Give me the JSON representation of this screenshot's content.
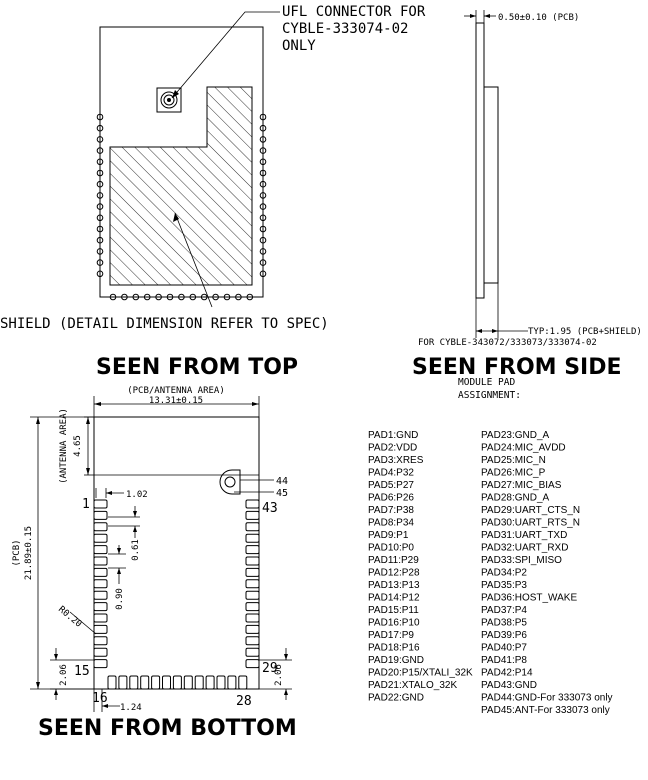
{
  "top_view": {
    "ufl_note": [
      "UFL CONNECTOR FOR",
      "CYBLE-333074-02",
      "ONLY"
    ],
    "shield_note": "SHIELD (DETAIL DIMENSION REFER TO SPEC)",
    "caption": "SEEN FROM TOP"
  },
  "side_view": {
    "pcb_thickness": "0.50±0.10 (PCB)",
    "total_thickness": "TYP:1.95 (PCB+SHIELD)",
    "applies_to": "FOR CYBLE-343072/333073/333074-02",
    "caption": "SEEN FROM SIDE"
  },
  "bottom_view": {
    "width_label": "(PCB/ANTENNA AREA)",
    "width_value": "13.31±0.15",
    "antenna_label": "(ANTENNA AREA)",
    "antenna_value": "4.65",
    "height_label": "(PCB)",
    "height_value": "21.89±0.15",
    "pad_width": "1.02",
    "pitch": "0.61",
    "pad_length": "0.90",
    "corner_radius": "R0.20",
    "edge_offset_left": "2.06",
    "edge_offset_right": "2.06",
    "bottom_pad_offset": "1.24",
    "pin_labels": {
      "p1": "1",
      "p15": "15",
      "p16": "16",
      "p28": "28",
      "p29": "29",
      "p43": "43",
      "p44": "44",
      "p45": "45"
    },
    "caption": "SEEN FROM BOTTOM"
  },
  "pad_assignment": {
    "title_line1": "MODULE PAD",
    "title_line2": "ASSIGNMENT:",
    "left_column": [
      "PAD1:GND",
      "PAD2:VDD",
      "PAD3:XRES",
      "PAD4:P32",
      "PAD5:P27",
      "PAD6:P26",
      "PAD7:P38",
      "PAD8:P34",
      "PAD9:P1",
      "PAD10:P0",
      "PAD11:P29",
      "PAD12:P28",
      "PAD13:P13",
      "PAD14:P12",
      "PAD15:P11",
      "PAD16:P10",
      "PAD17:P9",
      "PAD18:P16",
      "PAD19:GND",
      "PAD20:P15/XTALI_32K",
      "PAD21:XTALO_32K",
      "PAD22:GND"
    ],
    "right_column": [
      "PAD23:GND_A",
      "PAD24:MIC_AVDD",
      "PAD25:MIC_N",
      "PAD26:MIC_P",
      "PAD27:MIC_BIAS",
      "PAD28:GND_A",
      "PAD29:UART_CTS_N",
      "PAD30:UART_RTS_N",
      "PAD31:UART_TXD",
      "PAD32:UART_RXD",
      "PAD33:SPI_MISO",
      "PAD34:P2",
      "PAD35:P3",
      "PAD36:HOST_WAKE",
      "PAD37:P4",
      "PAD38:P5",
      "PAD39:P6",
      "PAD40:P7",
      "PAD41:P8",
      "PAD42:P14",
      "PAD43:GND",
      "PAD44:GND-For 333073 only",
      "PAD45:ANT-For 333073 only"
    ]
  }
}
